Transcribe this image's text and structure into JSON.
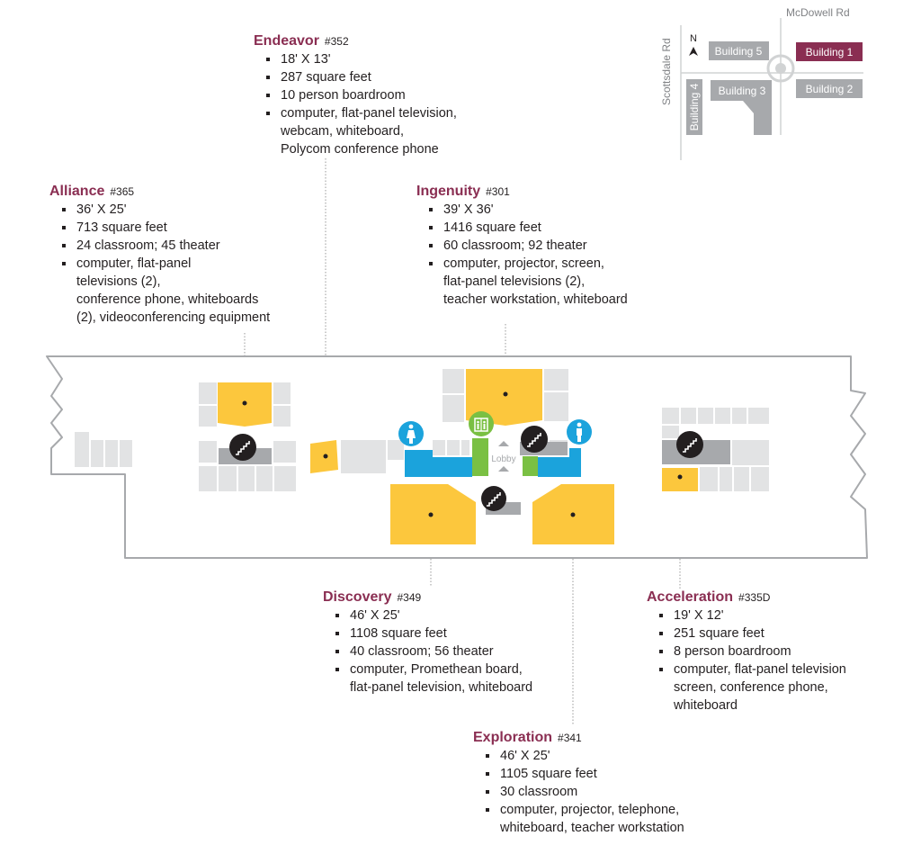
{
  "rooms": [
    {
      "name": "Endeavor",
      "number": "#352",
      "bullets": [
        [
          "18' X 13'"
        ],
        [
          "287 square feet"
        ],
        [
          "10 person boardroom"
        ],
        [
          "computer, flat-panel television,",
          "webcam, whiteboard,",
          "Polycom conference phone"
        ]
      ]
    },
    {
      "name": "Alliance",
      "number": "#365",
      "bullets": [
        [
          "36' X 25'"
        ],
        [
          "713 square feet"
        ],
        [
          "24 classroom; 45 theater"
        ],
        [
          "computer, flat-panel",
          "televisions (2),",
          "conference phone, whiteboards",
          "(2), videoconferencing equipment"
        ]
      ]
    },
    {
      "name": "Ingenuity",
      "number": "#301",
      "bullets": [
        [
          "39' X 36'"
        ],
        [
          "1416 square feet"
        ],
        [
          "60 classroom; 92 theater"
        ],
        [
          "computer, projector, screen,",
          "flat-panel televisions (2),",
          "teacher workstation, whiteboard"
        ]
      ]
    },
    {
      "name": "Discovery",
      "number": "#349",
      "bullets": [
        [
          "46' X 25'"
        ],
        [
          "1108 square feet"
        ],
        [
          "40 classroom; 56 theater"
        ],
        [
          "computer, Promethean board,",
          "flat-panel television, whiteboard"
        ]
      ]
    },
    {
      "name": "Acceleration",
      "number": "#335D",
      "bullets": [
        [
          "19' X 12'"
        ],
        [
          "251 square feet"
        ],
        [
          "8 person boardroom"
        ],
        [
          "computer, flat-panel television",
          "screen, conference phone,",
          "whiteboard"
        ]
      ]
    },
    {
      "name": "Exploration",
      "number": "#341",
      "bullets": [
        [
          "46' X 25'"
        ],
        [
          "1105 square feet"
        ],
        [
          "30 classroom"
        ],
        [
          "computer, projector, telephone,",
          "whiteboard, teacher workstation"
        ]
      ]
    }
  ],
  "site_map": {
    "north_label": "N",
    "roads": {
      "mcdowell": "McDowell Rd",
      "scottsdale": "Scottsdale Rd"
    },
    "buildings": {
      "b1": "Building 1",
      "b2": "Building 2",
      "b3": "Building 3",
      "b4": "Building 4",
      "b5": "Building 5"
    },
    "highlighted_building": "Building 1"
  },
  "floor_plan": {
    "lobby_label": "Lobby",
    "icons": [
      "stairs-icon",
      "restroom-women-icon",
      "restroom-men-icon",
      "elevator-icon"
    ]
  },
  "colors": {
    "room_highlight": "#fcc73d",
    "other_rooms": "#e2e3e4",
    "stairs_block": "#a7a9ac",
    "restroom_blue": "#1ba3dc",
    "elevator_green": "#7ac043",
    "accent_maroon": "#8a2e52"
  }
}
